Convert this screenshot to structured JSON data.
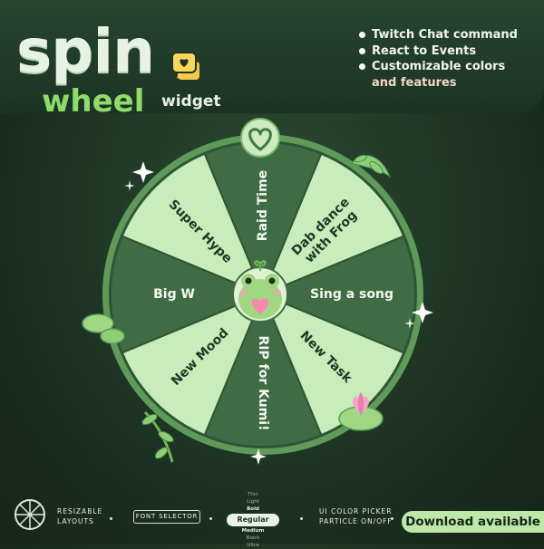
{
  "header": {
    "title_main": "spin",
    "title_sub": "wheel",
    "title_tag": "widget",
    "features": [
      "Twitch Chat command",
      "React to Events",
      "Customizable colors"
    ],
    "features_continuation": "and features"
  },
  "wheel": {
    "segments": [
      {
        "label": "Raid Time",
        "color": "#3f6c44"
      },
      {
        "label": "Dab dance with Frog",
        "color": "#c9ecbb"
      },
      {
        "label": "Sing a song",
        "color": "#3f6c44"
      },
      {
        "label": "New Task",
        "color": "#c9ecbb"
      },
      {
        "label": "RIP for Kumi!",
        "color": "#3f6c44"
      },
      {
        "label": "New Mood",
        "color": "#c9ecbb"
      },
      {
        "label": "Big W",
        "color": "#3f6c44"
      },
      {
        "label": "Super Hype",
        "color": "#c9ecbb"
      }
    ],
    "pointer_icon": "heart-icon",
    "center_icon": "frog-mascot-icon",
    "rim_color": "#5f9a5b",
    "dark_text": "#1f3824",
    "light_text": "#f2f8ee"
  },
  "footer": {
    "resizable": [
      "RESIZABLE",
      "LAYOUTS"
    ],
    "font_selector": "FONT SELECTOR",
    "font_weights_above": [
      "Thin",
      "Light",
      "Bold"
    ],
    "font_weight_selected": "Regular",
    "font_weights_below": [
      "Medium",
      "Black",
      "Ultra"
    ],
    "ui_color": [
      "UI COLOR PICKER",
      "PARTICLE ON/OFF"
    ],
    "download": "Download available"
  }
}
